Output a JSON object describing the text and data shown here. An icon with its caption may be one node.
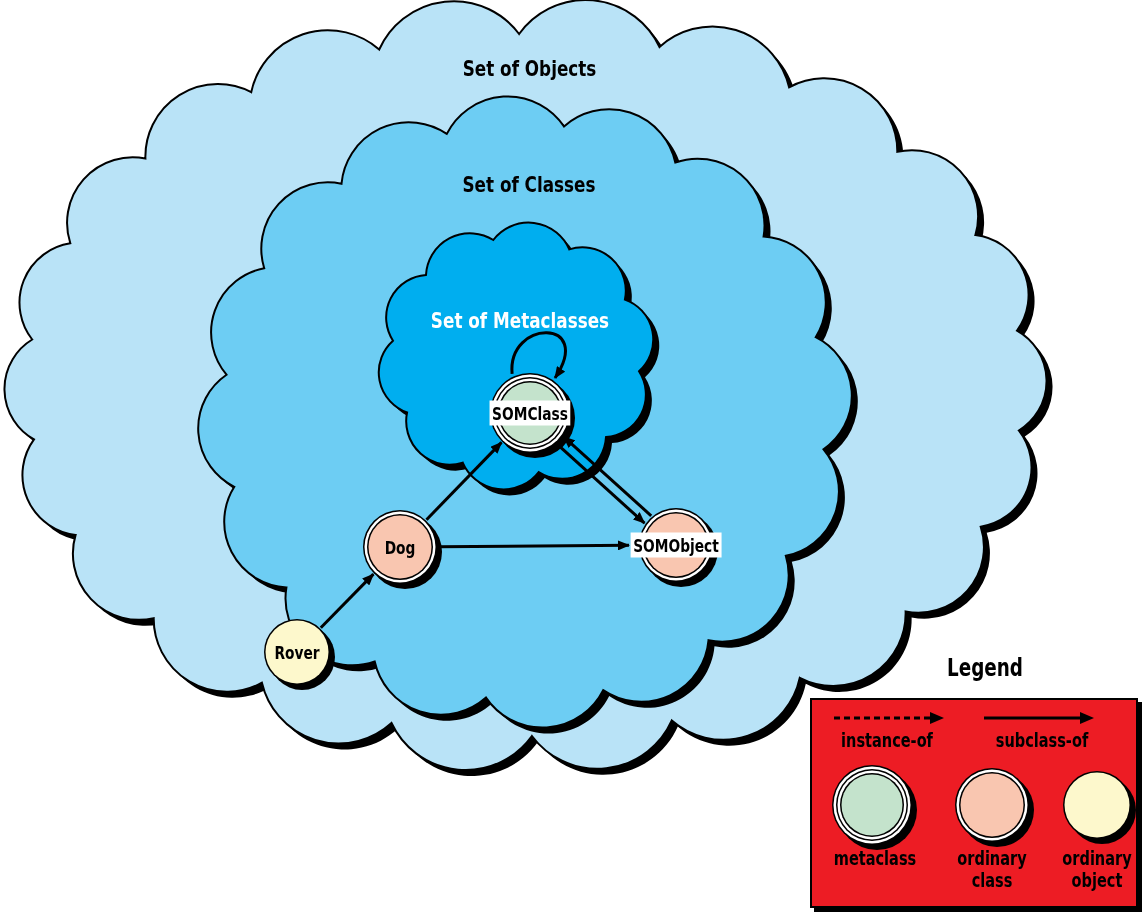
{
  "diagram": {
    "nodes": [
      {
        "text": [
          "Set of Objects"
        ]
      },
      {
        "text": [
          "Set of Classes"
        ],
        "in": 0
      },
      {
        "text": [
          "Set of Metaclasses"
        ],
        "in": 1
      },
      {
        "text": [
          "SOMClass"
        ],
        "in": 2
      },
      {
        "text": [
          "Dog"
        ],
        "in": 1
      },
      {
        "text": [
          "SOMObject"
        ],
        "in": 1
      },
      {
        "text": [
          "Rover"
        ],
        "in": 0
      }
    ],
    "edges": [
      {
        "from": 3,
        "to": 3,
        "arrow": "to"
      },
      {
        "from": 4,
        "to": 3,
        "arrow": "to"
      },
      {
        "from": 3,
        "to": 5,
        "arrow": "to"
      },
      {
        "from": 5,
        "to": 3,
        "arrow": "to"
      },
      {
        "from": 4,
        "to": 5,
        "arrow": "to"
      },
      {
        "from": 6,
        "to": 4,
        "arrow": "to"
      }
    ],
    "labels": [
      "Legend"
    ],
    "legend": [
      {
        "text": "instance-of"
      },
      {
        "text": "subclass-of"
      },
      {
        "text": "metaclass",
        "color": "#c4e3cc"
      },
      {
        "text": "ordinary class",
        "color": "#f9c6b0"
      },
      {
        "text": "ordinary object",
        "color": "#fdf8cc"
      }
    ]
  }
}
